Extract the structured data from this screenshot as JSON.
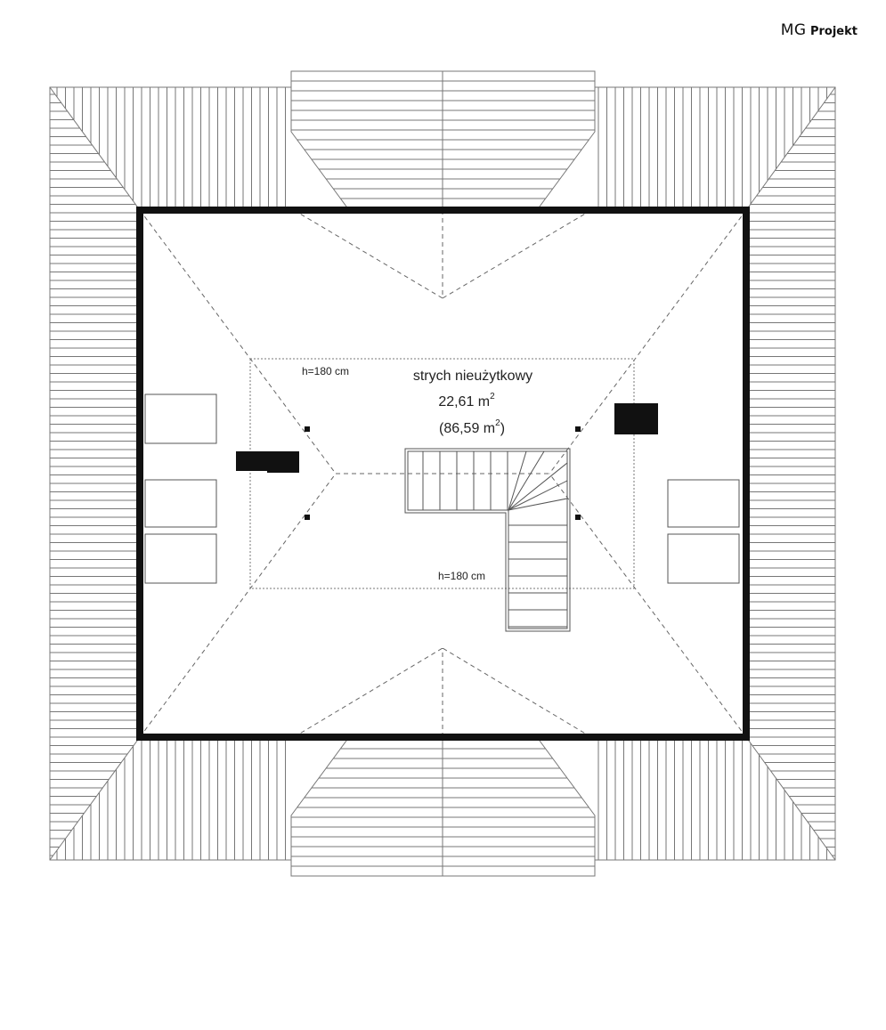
{
  "logo": {
    "brand": "MG",
    "name": "Projekt"
  },
  "room": {
    "name": "strych nieużytkowy",
    "area": "22,61 m",
    "area_sup": "2",
    "total_open": "(86,59 m",
    "total_sup": "2",
    "total_close": ")"
  },
  "heights": {
    "top": "h=180 cm",
    "bottom": "h=180 cm"
  },
  "colors": {
    "wall": "#111111",
    "hatch": "#777777",
    "dash": "#666666",
    "outline": "#555555"
  }
}
